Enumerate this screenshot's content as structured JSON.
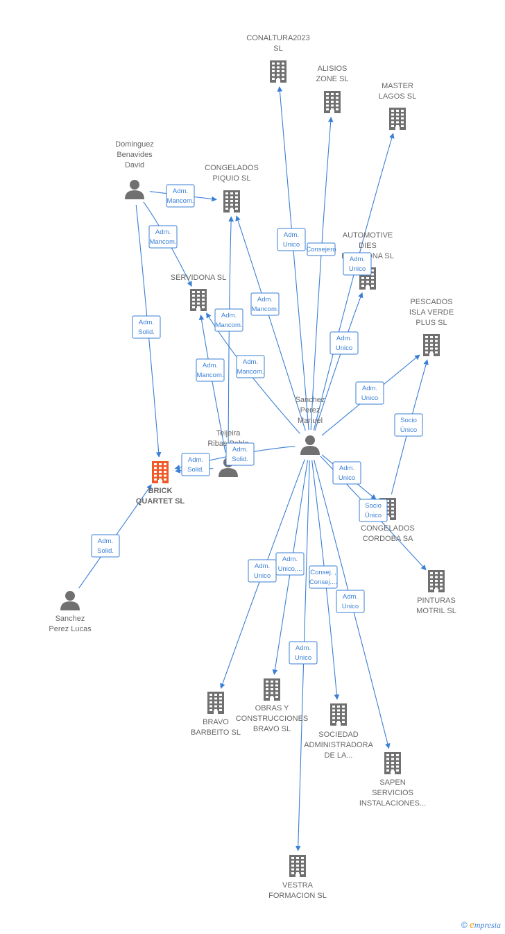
{
  "colors": {
    "edge": "#3a7fd5",
    "company": "#707070",
    "focus_company": "#f05a28",
    "person": "#707070"
  },
  "nodes": [
    {
      "id": "conaltura",
      "type": "company",
      "lines": [
        "CONALTURA2023",
        "SL"
      ]
    },
    {
      "id": "alisios",
      "type": "company",
      "lines": [
        "ALISIOS",
        "ZONE  SL"
      ]
    },
    {
      "id": "master",
      "type": "company",
      "lines": [
        "MASTER",
        "LAGOS SL"
      ]
    },
    {
      "id": "dominguez",
      "type": "person",
      "lines": [
        "Dominguez",
        "Benavides",
        "David"
      ]
    },
    {
      "id": "congelados_piquio",
      "type": "company",
      "lines": [
        "CONGELADOS",
        "PIQUIO  SL"
      ]
    },
    {
      "id": "automotive",
      "type": "company",
      "lines": [
        "AUTOMOTIVE",
        "DIES",
        "BADALONA  SL"
      ]
    },
    {
      "id": "servidona",
      "type": "company",
      "lines": [
        "SERVIDONA SL"
      ]
    },
    {
      "id": "pescados",
      "type": "company",
      "lines": [
        "PESCADOS",
        "ISLA VERDE",
        "PLUS SL"
      ]
    },
    {
      "id": "sanchez_manuel",
      "type": "person",
      "lines": [
        "Sanchez",
        "Perez",
        "Manuel"
      ]
    },
    {
      "id": "teijeira",
      "type": "person",
      "lines": [
        "Teijeira",
        "Ribas Pablo"
      ]
    },
    {
      "id": "brick",
      "type": "focus",
      "lines": [
        "BRICK",
        "QUARTET  SL"
      ]
    },
    {
      "id": "congelados_cordoba",
      "type": "company",
      "lines": [
        "CONGELADOS",
        "CORDOBA SA"
      ]
    },
    {
      "id": "pinturas",
      "type": "company",
      "lines": [
        "PINTURAS",
        "MOTRIL  SL"
      ]
    },
    {
      "id": "sanchez_lucas",
      "type": "person",
      "lines": [
        "Sanchez",
        "Perez Lucas"
      ]
    },
    {
      "id": "bravo",
      "type": "company",
      "lines": [
        "BRAVO",
        "BARBEITO  SL"
      ]
    },
    {
      "id": "obras",
      "type": "company",
      "lines": [
        "OBRAS Y",
        "CONSTRUCCIONES",
        "BRAVO  SL"
      ]
    },
    {
      "id": "sociedad",
      "type": "company",
      "lines": [
        "SOCIEDAD",
        "ADMINISTRADORA",
        "DE LA..."
      ]
    },
    {
      "id": "sapen",
      "type": "company",
      "lines": [
        "SAPEN",
        "SERVICIOS",
        "INSTALACIONES..."
      ]
    },
    {
      "id": "vestra",
      "type": "company",
      "lines": [
        "VESTRA",
        "FORMACION SL"
      ]
    }
  ],
  "edge_labels": [
    [
      "Adm.",
      "Unico"
    ],
    [
      "Consejero"
    ],
    [
      "Adm.",
      "Unico"
    ],
    [
      "Adm.",
      "Mancom."
    ],
    [
      "Adm.",
      "Mancom."
    ],
    [
      "Adm.",
      "Mancom."
    ],
    [
      "Adm.",
      "Mancom."
    ],
    [
      "Adm.",
      "Mancom."
    ],
    [
      "Adm.",
      "Mancom."
    ],
    [
      "Adm.",
      "Solid."
    ],
    [
      "Adm.",
      "Solid."
    ],
    [
      "Adm.",
      "Solid."
    ],
    [
      "Adm.",
      "Unico"
    ],
    [
      "Adm.",
      "Unico"
    ],
    [
      "Socio",
      "Único"
    ],
    [
      "Adm.",
      "Unico"
    ],
    [
      "Socio",
      "Único"
    ],
    [
      "Adm.",
      "Solid."
    ],
    [
      "Adm.",
      "Unico"
    ],
    [
      "Adm.",
      "Unico,..."
    ],
    [
      "Consej. ,",
      "Consej...."
    ],
    [
      "Adm.",
      "Unico"
    ],
    [
      "Adm.",
      "Unico"
    ]
  ],
  "footer": {
    "copyright": "©",
    "brand_initial": "e",
    "brand_rest": "mpresia"
  }
}
